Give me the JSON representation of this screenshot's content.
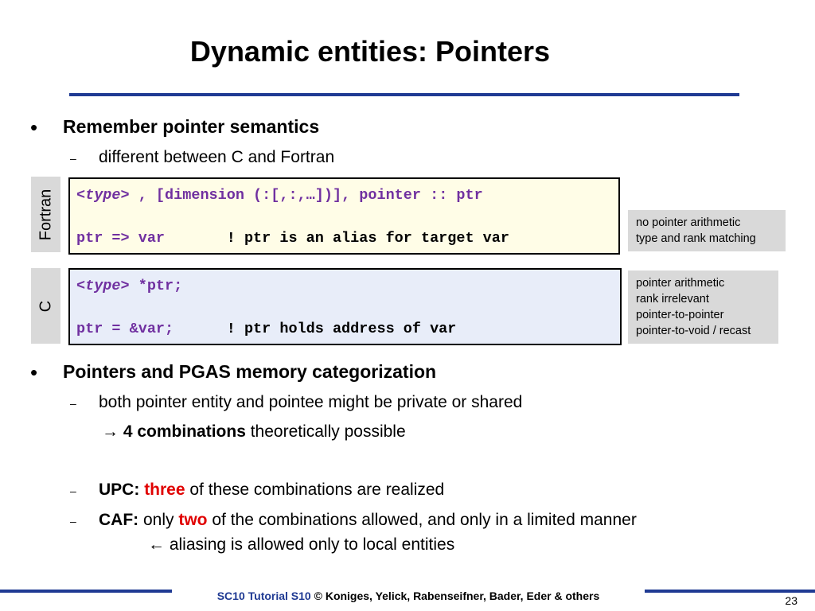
{
  "slide": {
    "title": "Dynamic entities: Pointers",
    "bullet_glyph": "•",
    "dash_glyph": "–",
    "bullet1": {
      "text": "Remember pointer semantics",
      "sub": "different between C and Fortran"
    },
    "fortran": {
      "label": "Fortran",
      "line1_type": "<type>",
      "line1_rest": " , [dimension (:[,:,…])], pointer :: ptr",
      "line2_code": "ptr => var       ",
      "line2_comment": "! ptr is an alias for target var",
      "notes": [
        "no pointer arithmetic",
        "type and rank matching"
      ]
    },
    "c": {
      "label": "C",
      "line1_type": "<type>",
      "line1_rest": " *ptr;",
      "line2_code": "ptr = &var;      ",
      "line2_comment": "! ptr holds address of var",
      "notes": [
        "pointer arithmetic",
        "rank irrelevant",
        "pointer-to-pointer",
        "pointer-to-void / recast"
      ]
    },
    "bullet2": {
      "text": "Pointers and PGAS memory categorization",
      "sub1": "both pointer entity and pointee might be private or shared",
      "arrow_right": "→",
      "combos_bold": "4 combinations",
      "combos_rest": " theoretically possible",
      "upc_label": "UPC:",
      "upc_red": "three",
      "upc_rest": " of these combinations are realized",
      "caf_label": "CAF:",
      "caf_only": " only ",
      "caf_red": "two",
      "caf_rest": " of the combinations allowed, and only in a limited manner",
      "arrow_left": "←",
      "alias_text": " aliasing is allowed only to local entities"
    }
  },
  "footer": {
    "tutorial": "SC10 Tutorial S10",
    "rest": " © Koniges, Yelick, Rabenseifner, Bader, Eder & others",
    "page": "23"
  },
  "colors": {
    "rule": "#1f3a93",
    "fortran_bg": "#fffde7",
    "c_bg": "#e8edf9",
    "keyword": "#7030a0",
    "highlight": "#e00000",
    "footer_blue": "#1f3a93"
  }
}
